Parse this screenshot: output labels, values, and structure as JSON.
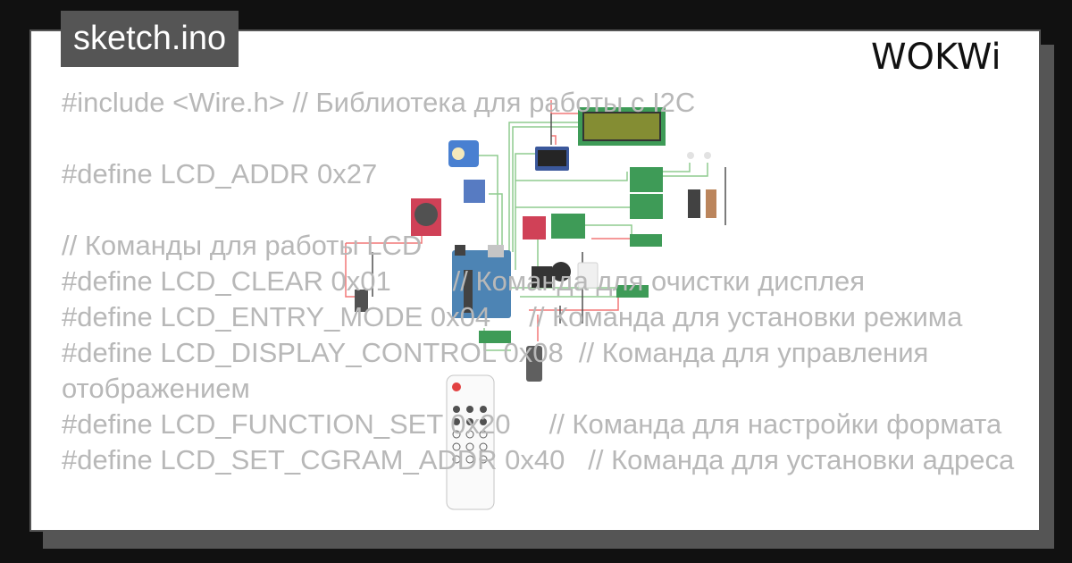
{
  "title": "sketch.ino",
  "code_lines": [
    "#include <Wire.h> // Библиотека для работы с I2C",
    "",
    "#define LCD_ADDR 0x27",
    "",
    "// Команды для работы LCD",
    "#define LCD_CLEAR 0x01        // Команда для очистки дисплея",
    "#define LCD_ENTRY_MODE 0x04     // Команда для установки режима",
    "#define LCD_DISPLAY_CONTROL 0x08  // Команда для управления отображением",
    "#define LCD_FUNCTION_SET 0x20     // Команда для настройки формата",
    "#define LCD_SET_CGRAM_ADDR 0x40   // Команда для установки адреса"
  ],
  "brand": "WOKWi",
  "colors": {
    "background": "#111111",
    "title_bg": "#555555",
    "code_text": "#c8c8c8",
    "arduino": "#2f6fa8",
    "breakout": "#14803c",
    "wire_green": "#7cc47c",
    "wire_red": "#f06060"
  }
}
